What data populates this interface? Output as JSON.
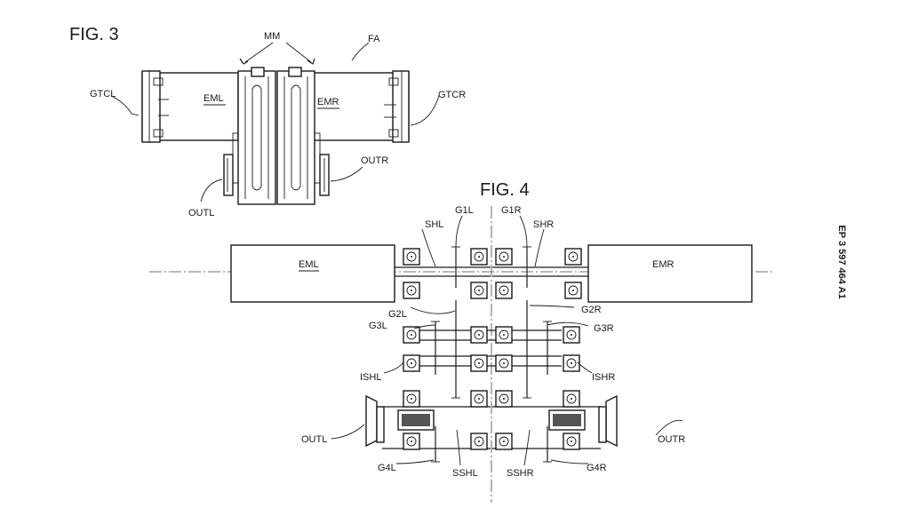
{
  "document_number": "EP 3 597 464 A1",
  "fig3": {
    "title": "FIG. 3",
    "labels": {
      "mm": "MM",
      "fa": "FA",
      "gtcl": "GTCL",
      "gtcr": "GTCR",
      "eml": "EML",
      "emr": "EMR",
      "outl": "OUTL",
      "outr": "OUTR"
    }
  },
  "fig4": {
    "title": "FIG. 4",
    "labels": {
      "shl": "SHL",
      "g1l": "G1L",
      "g1r": "G1R",
      "shr": "SHR",
      "eml": "EML",
      "emr": "EMR",
      "g2l": "G2L",
      "g2r": "G2R",
      "g3l": "G3L",
      "g3r": "G3R",
      "ishl": "ISHL",
      "ishr": "ISHR",
      "outl": "OUTL",
      "outr": "OUTR",
      "g4l": "G4L",
      "sshl": "SSHL",
      "sshr": "SSHR",
      "g4r": "G4R"
    }
  }
}
